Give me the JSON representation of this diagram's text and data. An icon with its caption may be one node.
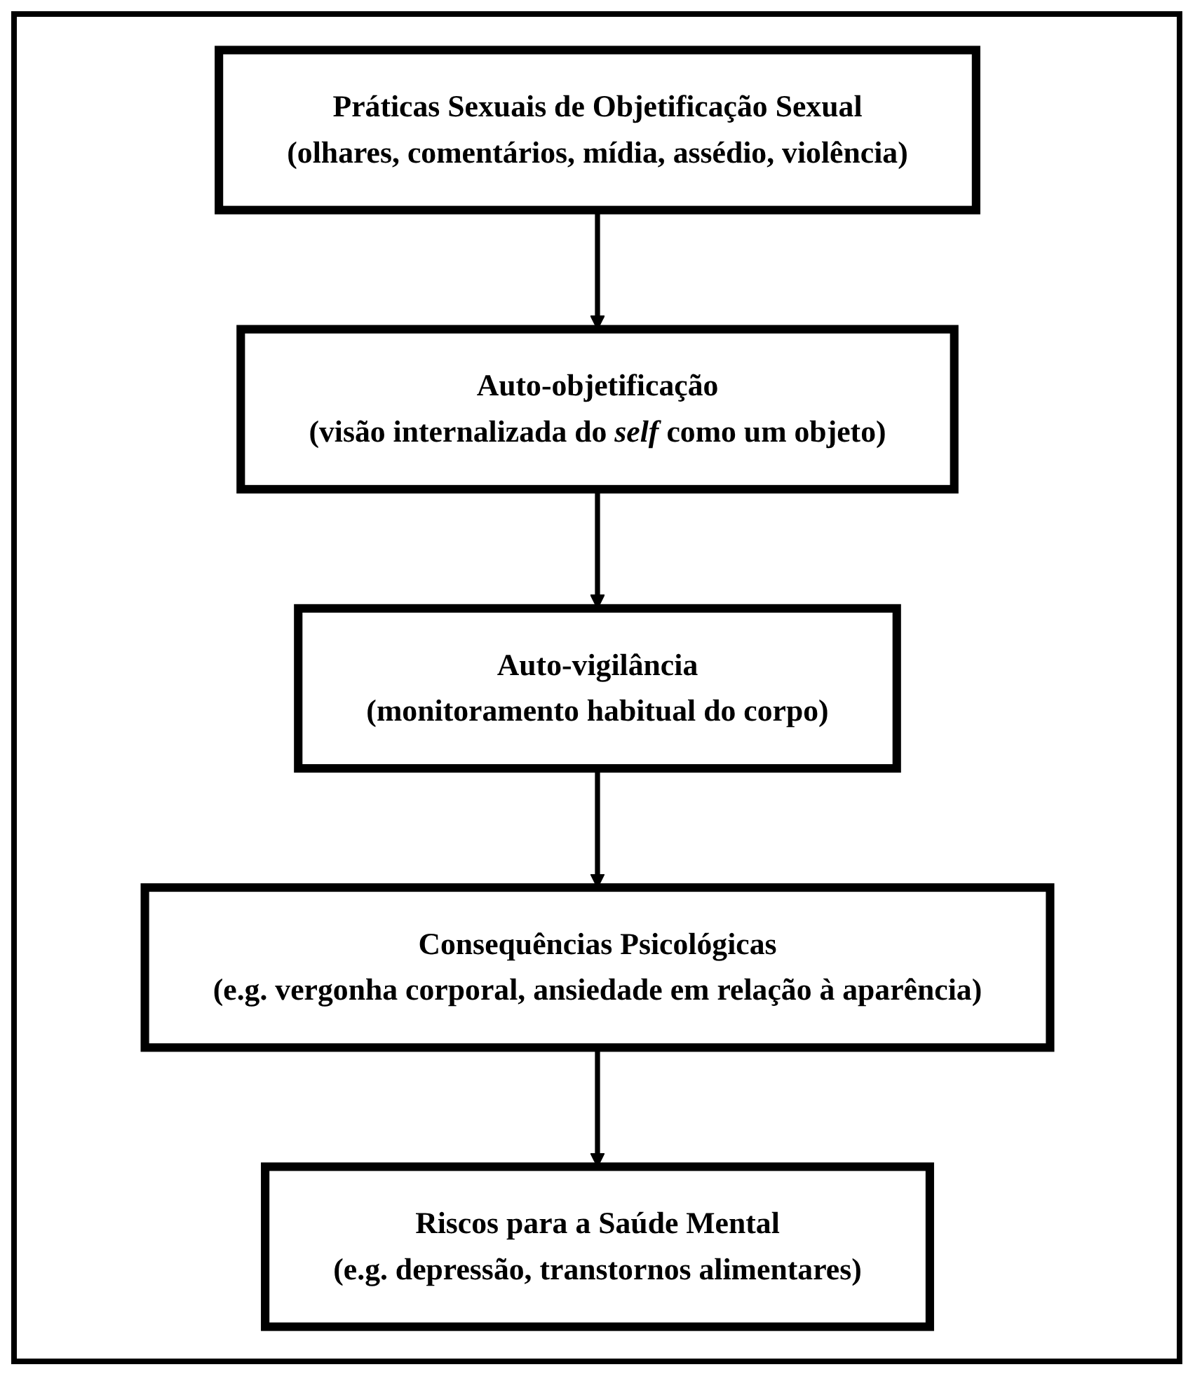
{
  "diagram": {
    "nodes": [
      {
        "text": [
          "Práticas Sexuais de Objetificação Sexual",
          "(olhares, comentários, mídia, assédio, violência)"
        ]
      },
      {
        "text": [
          "Auto-objetificação",
          "(visão internalizada do *self* como um objeto)"
        ]
      },
      {
        "text": [
          "Auto-vigilância",
          "(monitoramento habitual do corpo)"
        ]
      },
      {
        "text": [
          "Consequências Psicológicas",
          "(e.g. vergonha corporal, ansiedade em relação à aparência)"
        ]
      },
      {
        "text": [
          "Riscos para a Saúde Mental",
          "(e.g. depressão, transtornos alimentares)"
        ]
      }
    ],
    "edges": [
      {
        "from": 0,
        "to": 1,
        "arrow": "to"
      },
      {
        "from": 1,
        "to": 2,
        "arrow": "to"
      },
      {
        "from": 2,
        "to": 3,
        "arrow": "to"
      },
      {
        "from": 3,
        "to": 4,
        "arrow": "to"
      }
    ]
  }
}
